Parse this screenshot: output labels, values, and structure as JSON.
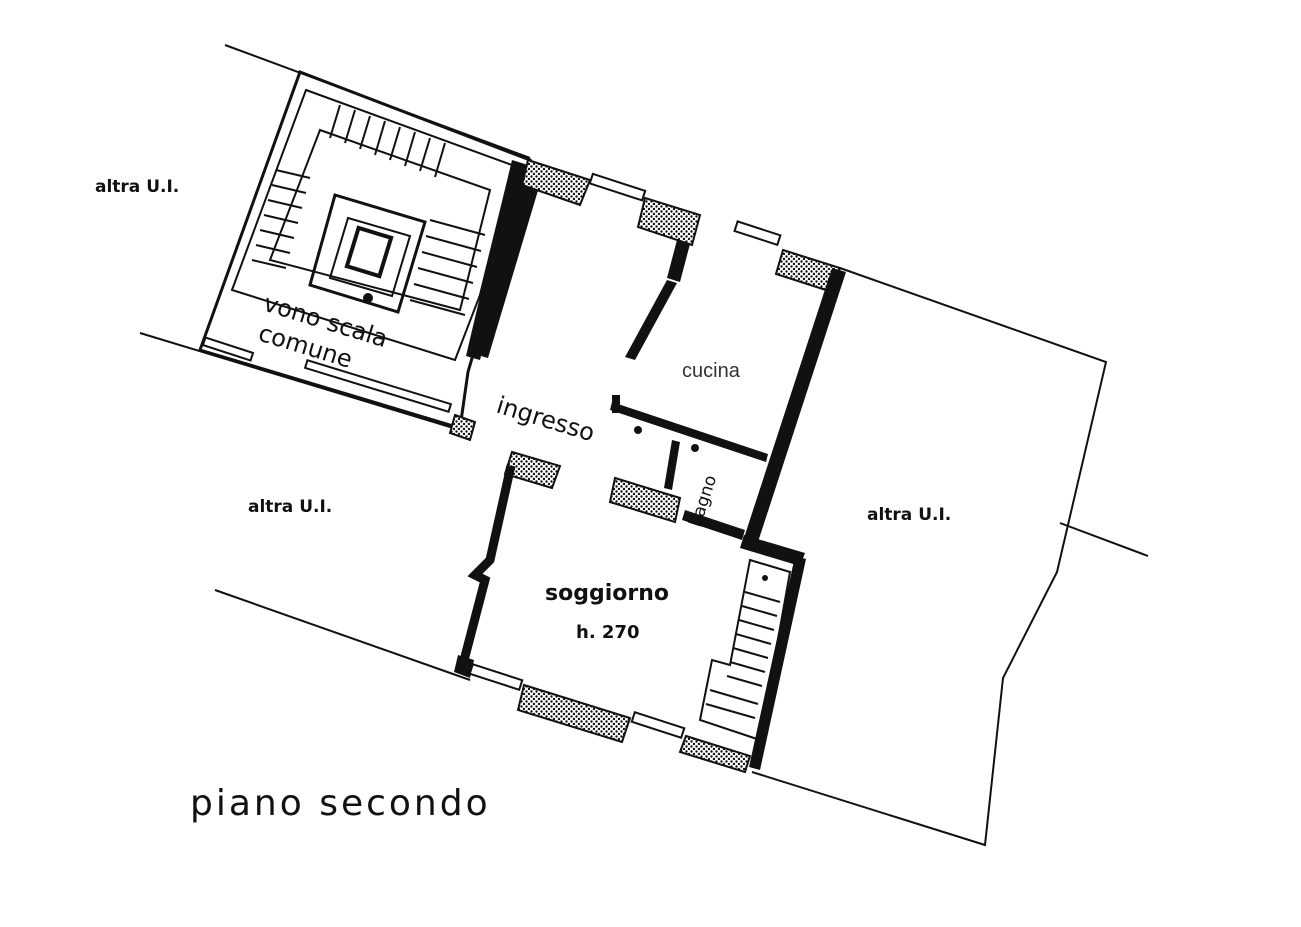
{
  "title": "piano secondo",
  "rooms": {
    "vano_scala": [
      "vono scala",
      "comune"
    ],
    "ingresso": "ingresso",
    "cucina": "cucina",
    "bagno": "bagno",
    "soggiorno": "soggiorno",
    "height": "h. 270"
  },
  "neighbors": {
    "top_left": "altra U.I.",
    "middle_left": "altra U.I.",
    "right": "altra U.I."
  },
  "colors": {
    "ink": "#111111",
    "background": "#ffffff",
    "cucina_label": "#333333"
  }
}
